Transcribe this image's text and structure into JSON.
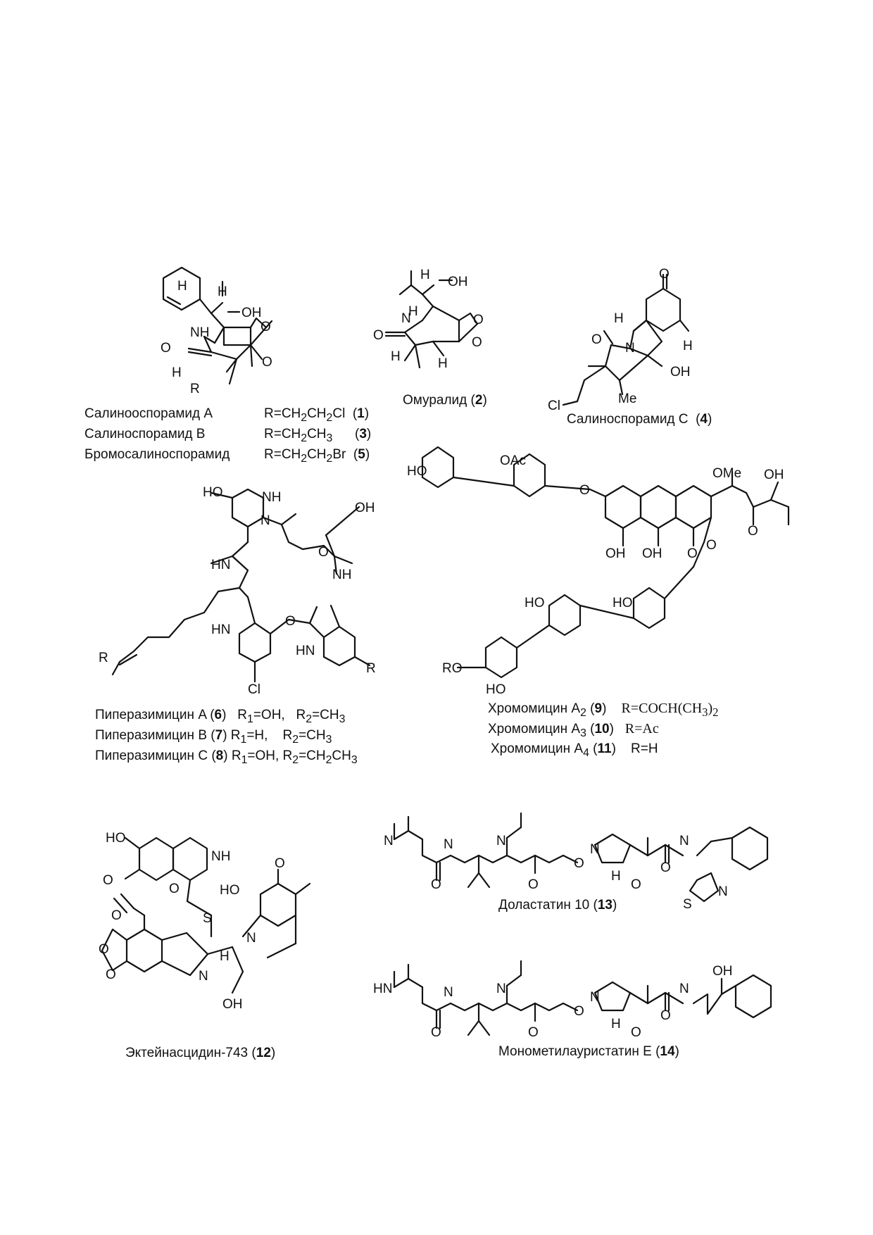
{
  "compounds": {
    "c1": {
      "name": "Салинооспорамид A",
      "rgroup": "R=CH",
      "num": "1"
    },
    "c2": {
      "name": "Омуралид",
      "num": "2"
    },
    "c3": {
      "name": "Салиноспорамид B",
      "rgroup": "R=CH",
      "num": "3"
    },
    "c4": {
      "name": "Салиноспорамид C",
      "num": "4"
    },
    "c5": {
      "name": "Бромосалиноспорамид",
      "rgroup": "R=CH",
      "num": "5"
    },
    "c6": {
      "name": "Пиперазимицин A",
      "num": "6"
    },
    "c7": {
      "name": "Пиперазимицин B",
      "num": "7"
    },
    "c8": {
      "name": "Пиперазимицин C",
      "num": "8"
    },
    "c9": {
      "name": "Хромомицин A",
      "num": "9",
      "rgroup": "R=COCH(CH"
    },
    "c10": {
      "name": "Хромомицин A",
      "num": "10",
      "rgroup": "R=Ac"
    },
    "c11": {
      "name": "Хромомицин A",
      "num": "11",
      "rgroup": "R=H"
    },
    "c12": {
      "name": "Эктейнасцидин-743",
      "num": "12"
    },
    "c13": {
      "name": "Доластатин 10",
      "num": "13"
    },
    "c14": {
      "name": "Монометилауристатин E",
      "num": "14"
    }
  },
  "atoms": {
    "H": "H",
    "OH": "OH",
    "NH": "NH",
    "HN": "HN",
    "N": "N",
    "O": "O",
    "R": "R",
    "Cl": "Cl",
    "Me": "Me",
    "OMe": "OMe",
    "OAc": "OAc",
    "HO": "HO",
    "RO": "RO",
    "S": "S",
    "HNN": "HN",
    "NN": "N-",
    "R1": "R",
    "R2": "R",
    "sub1": "1",
    "sub2": "2"
  }
}
